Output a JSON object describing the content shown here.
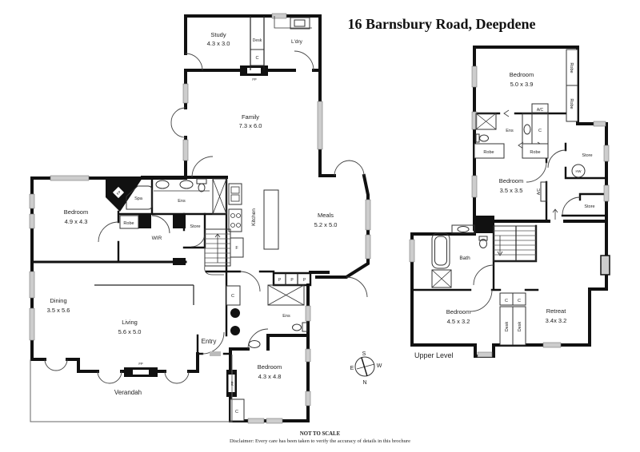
{
  "title": "16 Barnsbury Road, Deepdene",
  "ground_floor": {
    "study": {
      "name": "Study",
      "dims": "4.3 x 3.0"
    },
    "ldry": "L'dry",
    "family": {
      "name": "Family",
      "dims": "7.3 x 6.0"
    },
    "bedroom_main": {
      "name": "Bedroom",
      "dims": "4.9 x 4.3"
    },
    "spa": "Spa",
    "wir": "WIR",
    "kitchen": "Kitchen",
    "meals": {
      "name": "Meals",
      "dims": "5.2 x 5.0"
    },
    "dining": {
      "name": "Dining",
      "dims": "3.5 x 5.6"
    },
    "living": {
      "name": "Living",
      "dims": "5.6 x 5.0"
    },
    "entry": "Entry",
    "verandah": "Verandah",
    "bedroom_front": {
      "name": "Bedroom",
      "dims": "4.3 x 4.8"
    }
  },
  "upper_floor": {
    "bedroom_ne": {
      "name": "Bedroom",
      "dims": "5.0 x 3.9"
    },
    "bedroom_mid": {
      "name": "Bedroom",
      "dims": "3.5 x 3.5"
    },
    "bedroom_sw": {
      "name": "Bedroom",
      "dims": "4.5 x 3.2"
    },
    "retreat": {
      "name": "Retreat",
      "dims": "3.4x 3.2"
    },
    "bath": "Bath",
    "level_label": "Upper Level"
  },
  "tags": {
    "desk": "Desk",
    "c": "C",
    "fp": "FP",
    "p": "P",
    "f": "F",
    "robe": "Robe",
    "ens": "Ens",
    "store": "Store",
    "ac": "A/C",
    "hw": "HW"
  },
  "compass": {
    "n": "N",
    "s": "S",
    "e": "E",
    "w": "W"
  },
  "footer": {
    "scale_note": "NOT TO SCALE",
    "disclaimer": "Disclaimer: Every care has been taken to verify the accuracy of details in this brochure"
  },
  "colors": {
    "wall": "#111111",
    "window_fill": "#cdcdcd",
    "paper": "#ffffff"
  }
}
